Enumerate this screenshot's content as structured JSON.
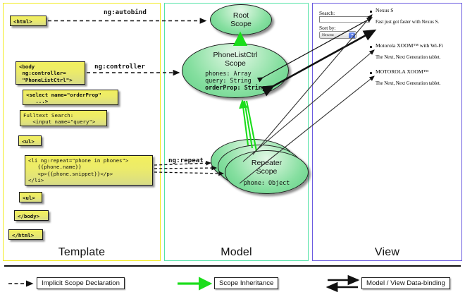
{
  "panels": {
    "template": {
      "label": "Template",
      "border_color": "#f2eb1f"
    },
    "model": {
      "label": "Model",
      "border_color": "#54e3a8"
    },
    "view": {
      "label": "View",
      "border_color": "#6b5be0"
    }
  },
  "template": {
    "boxes": [
      {
        "id": "html-open",
        "text": "<html>"
      },
      {
        "id": "body-open",
        "text": "<body\n ng:controller=\n \"PhoneListCtrl\">"
      },
      {
        "id": "select-tag",
        "text": "<select name=\"orderProp\"\n   ...>"
      },
      {
        "id": "search-input",
        "text": "Fulltext Search:\n   <input name=\"query\">"
      },
      {
        "id": "ul-open",
        "text": "<ul>"
      },
      {
        "id": "li-repeat",
        "text": "<li ng:repeat=\"phone in phones\">\n   {{phone.name}}\n   <p>{{phone.snippet}}</p>\n</li>"
      },
      {
        "id": "ul-close",
        "text": "<ul>"
      },
      {
        "id": "body-close",
        "text": "</body>"
      },
      {
        "id": "html-close",
        "text": "</html>"
      }
    ]
  },
  "connectors": {
    "autobind": "ng:autobind",
    "controller": "ng:controller",
    "repeat": "ng:repeat"
  },
  "model": {
    "scopes": [
      {
        "id": "root",
        "title": "Root\nScope",
        "title_line1": "Root",
        "title_line2": "Scope",
        "props": []
      },
      {
        "id": "phonelist",
        "title_line1": "PhoneListCtrl",
        "title_line2": "Scope",
        "props": [
          {
            "text": "phones: Array",
            "bold": false
          },
          {
            "text": "query: String",
            "bold": false
          },
          {
            "text": "orderProp: String",
            "bold": true
          }
        ]
      },
      {
        "id": "repeater",
        "title_line1": "Repeater",
        "title_line2": "Scope",
        "props": [
          {
            "text": "phone: Object",
            "bold": false
          }
        ]
      }
    ]
  },
  "view": {
    "search_label": "Search:",
    "search_value": "",
    "sort_label": "Sort by:",
    "sort_selected": "Newest",
    "phones": [
      {
        "name": "Nexus S",
        "snippet": "Fast just got faster with Nexus S."
      },
      {
        "name": "Motorola XOOM™  with Wi-Fi",
        "snippet": "The Next, Next Generation tablet."
      },
      {
        "name": "MOTOROLA XOOM™",
        "snippet": "The Next, Next Generation tablet."
      }
    ]
  },
  "legend": {
    "items": [
      {
        "id": "implicit-scope",
        "label": "Implicit Scope Declaration",
        "arrow": "dashed-black"
      },
      {
        "id": "scope-inheritance",
        "label": "Scope Inheritance",
        "arrow": "solid-green",
        "color": "#1bdd1b"
      },
      {
        "id": "data-binding",
        "label": "Model / View Data-binding",
        "arrow": "double-black"
      }
    ]
  }
}
